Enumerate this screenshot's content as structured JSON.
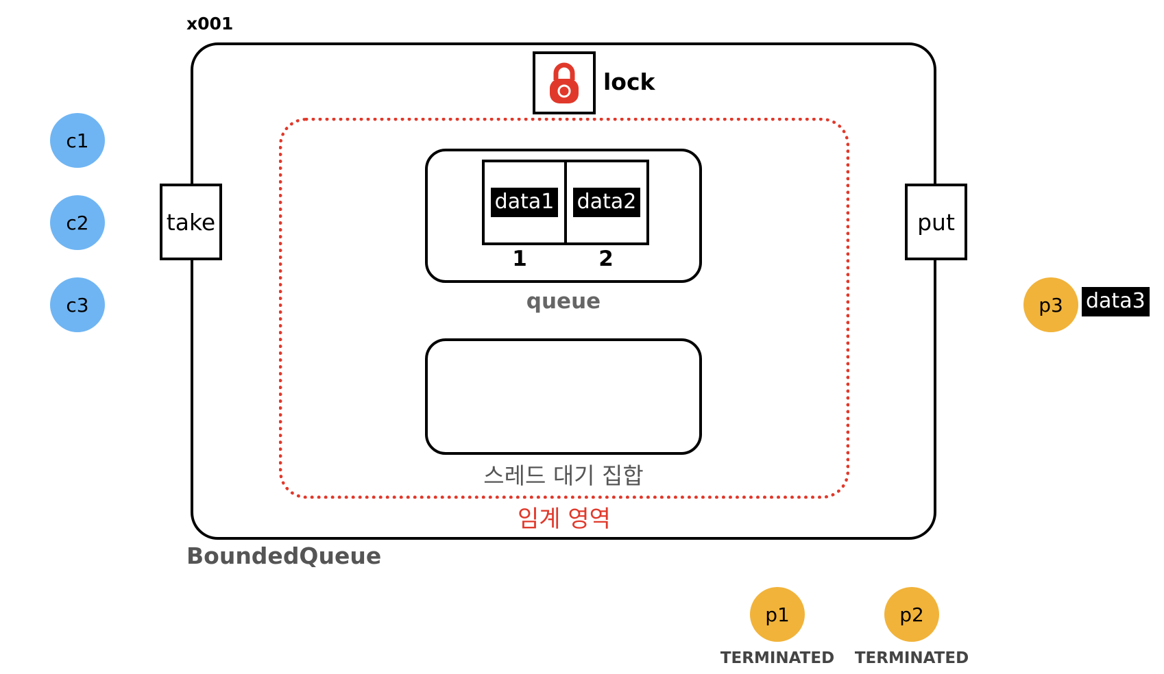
{
  "reference": "x001",
  "lock": {
    "label": "lock",
    "icon": "padlock-icon",
    "color": "#e0392b"
  },
  "critical_section": {
    "label": "임계 영역",
    "color": "#e0392b"
  },
  "queue": {
    "label": "queue",
    "items": [
      "data1",
      "data2"
    ],
    "indices": [
      "1",
      "2"
    ]
  },
  "wait_set": {
    "label": "스레드 대기 집합"
  },
  "methods": {
    "take": "take",
    "put": "put"
  },
  "class_name": "BoundedQueue",
  "consumers": [
    "c1",
    "c2",
    "c3"
  ],
  "producers": [
    {
      "name": "p1",
      "status": "TERMINATED"
    },
    {
      "name": "p2",
      "status": "TERMINATED"
    },
    {
      "name": "p3",
      "data": "data3"
    }
  ],
  "colors": {
    "consumer": "#6fb5f3",
    "producer": "#f1b33a"
  }
}
